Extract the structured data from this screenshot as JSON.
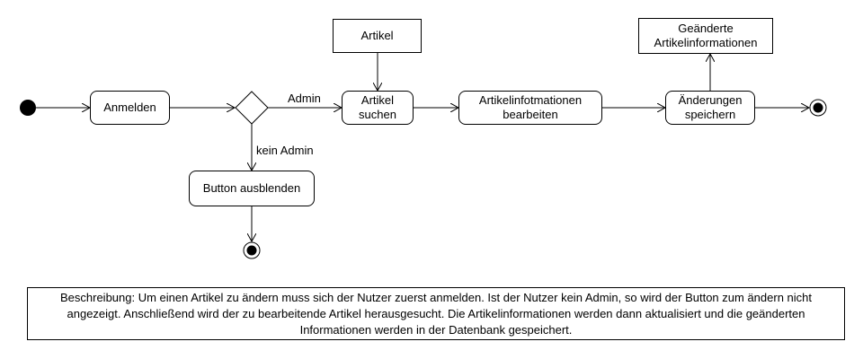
{
  "actions": {
    "anmelden": "Anmelden",
    "artikel_suchen": "Artikel\nsuchen",
    "artikelinfos_bearbeiten": "Artikelinfotmationen\nbearbeiten",
    "aenderungen_speichern": "Änderungen\nspeichern",
    "button_ausblenden": "Button ausblenden"
  },
  "objects": {
    "artikel": "Artikel",
    "geaenderte_infos": "Geänderte\nArtikelinformationen"
  },
  "guards": {
    "admin": "Admin",
    "kein_admin": "kein Admin"
  },
  "description": "Beschreibung: Um einen Artikel zu ändern muss sich der Nutzer zuerst anmelden. Ist der Nutzer kein Admin, so wird der Button zum ändern nicht angezeigt. Anschließend wird der zu bearbeitende Artikel herausgesucht. Die Artikelinformationen werden dann aktualisiert und die geänderten Informationen werden in der Datenbank gespeichert.",
  "colors": {
    "stroke": "#000000",
    "background": "#ffffff"
  }
}
